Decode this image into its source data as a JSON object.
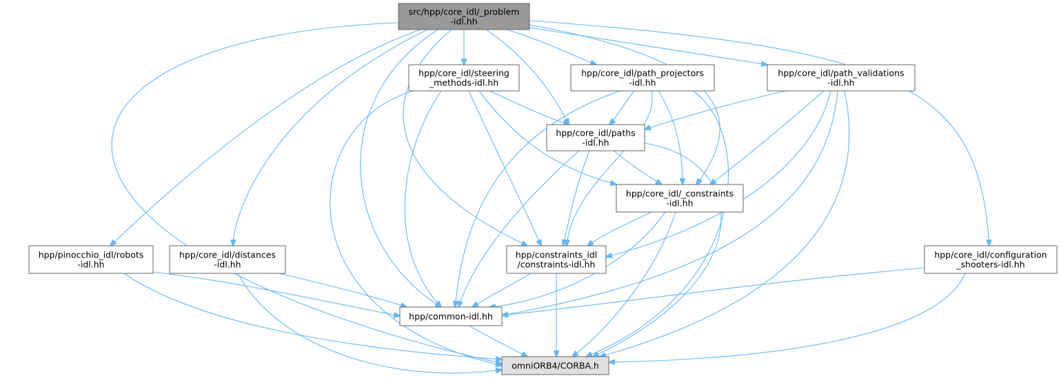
{
  "graph": {
    "nodes": {
      "problem": {
        "lines": [
          "src/hpp/core_idl/_problem",
          "-idl.hh"
        ],
        "fill": "#999999"
      },
      "steering": {
        "lines": [
          "hpp/core_idl/steering",
          "_methods-idl.hh"
        ],
        "fill": "#ffffff"
      },
      "projectors": {
        "lines": [
          "hpp/core_idl/path_projectors",
          "-idl.hh"
        ],
        "fill": "#ffffff"
      },
      "validations": {
        "lines": [
          "hpp/core_idl/path_validations",
          "-idl.hh"
        ],
        "fill": "#ffffff"
      },
      "paths": {
        "lines": [
          "hpp/core_idl/paths",
          "-idl.hh"
        ],
        "fill": "#ffffff"
      },
      "coreconstraints": {
        "lines": [
          "hpp/core_idl/_constraints",
          "-idl.hh"
        ],
        "fill": "#ffffff"
      },
      "robots": {
        "lines": [
          "hpp/pinocchio_idl/robots",
          "-idl.hh"
        ],
        "fill": "#ffffff"
      },
      "distances": {
        "lines": [
          "hpp/core_idl/distances",
          "-idl.hh"
        ],
        "fill": "#ffffff"
      },
      "constraints": {
        "lines": [
          "hpp/constraints_idl",
          "/constraints-idl.hh"
        ],
        "fill": "#ffffff"
      },
      "configuration": {
        "lines": [
          "hpp/core_idl/configuration",
          "_shooters-idl.hh"
        ],
        "fill": "#ffffff"
      },
      "common": {
        "lines": [
          "hpp/common-idl.hh"
        ],
        "fill": "#ffffff"
      },
      "corba": {
        "lines": [
          "omniORB4/CORBA.h"
        ],
        "fill": "#e0e0e0"
      }
    },
    "edges": [
      [
        "problem",
        "steering"
      ],
      [
        "problem",
        "projectors"
      ],
      [
        "problem",
        "validations"
      ],
      [
        "problem",
        "paths"
      ],
      [
        "problem",
        "coreconstraints"
      ],
      [
        "problem",
        "robots"
      ],
      [
        "problem",
        "distances"
      ],
      [
        "problem",
        "constraints"
      ],
      [
        "problem",
        "configuration"
      ],
      [
        "problem",
        "common"
      ],
      [
        "problem",
        "corba"
      ],
      [
        "steering",
        "paths"
      ],
      [
        "steering",
        "coreconstraints"
      ],
      [
        "steering",
        "constraints"
      ],
      [
        "steering",
        "common"
      ],
      [
        "steering",
        "corba"
      ],
      [
        "projectors",
        "paths"
      ],
      [
        "projectors",
        "coreconstraints"
      ],
      [
        "projectors",
        "constraints"
      ],
      [
        "projectors",
        "common"
      ],
      [
        "projectors",
        "corba"
      ],
      [
        "validations",
        "paths"
      ],
      [
        "validations",
        "coreconstraints"
      ],
      [
        "validations",
        "constraints"
      ],
      [
        "validations",
        "common"
      ],
      [
        "validations",
        "corba"
      ],
      [
        "paths",
        "coreconstraints"
      ],
      [
        "paths",
        "constraints"
      ],
      [
        "paths",
        "common"
      ],
      [
        "paths",
        "corba"
      ],
      [
        "coreconstraints",
        "constraints"
      ],
      [
        "coreconstraints",
        "common"
      ],
      [
        "coreconstraints",
        "corba"
      ],
      [
        "robots",
        "common"
      ],
      [
        "robots",
        "corba"
      ],
      [
        "distances",
        "common"
      ],
      [
        "distances",
        "corba"
      ],
      [
        "constraints",
        "common"
      ],
      [
        "constraints",
        "corba"
      ],
      [
        "configuration",
        "common"
      ],
      [
        "configuration",
        "corba"
      ],
      [
        "common",
        "corba"
      ]
    ],
    "colors": {
      "edge": "#63b8ff",
      "border": "#666666"
    }
  }
}
